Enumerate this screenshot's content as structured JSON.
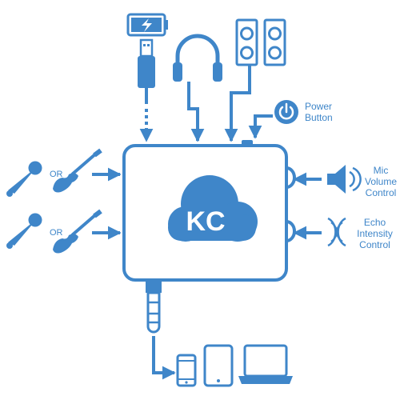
{
  "colors": {
    "primary": "#3f86c9",
    "background": "#ffffff"
  },
  "logo": {
    "text": "KC",
    "icon": "cloud-logo-icon"
  },
  "inputs_left": {
    "row1": {
      "or_label": "OR",
      "mic_icon": "microphone-icon",
      "guitar_icon": "electric-guitar-icon"
    },
    "row2": {
      "or_label": "OR",
      "mic_icon": "microphone-icon",
      "guitar_icon": "electric-guitar-icon"
    }
  },
  "top_inputs": {
    "usb": {
      "icon": "battery-charging-icon",
      "cable_icon": "usb-cable-icon"
    },
    "headphones": {
      "icon": "headphones-icon"
    },
    "speakers": {
      "icon": "speakers-icon"
    }
  },
  "power": {
    "icon": "power-icon",
    "label_line1": "Power",
    "label_line2": "Button"
  },
  "mic_volume": {
    "icon": "speaker-volume-icon",
    "label_line1": "Mic",
    "label_line2": "Volume",
    "label_line3": "Control"
  },
  "echo": {
    "icon": "echo-waves-icon",
    "label_line1": "Echo",
    "label_line2": "Intensity",
    "label_line3": "Control"
  },
  "outputs": {
    "jack_icon": "audio-jack-icon",
    "devices": [
      "phone-icon",
      "tablet-icon",
      "laptop-icon"
    ]
  }
}
